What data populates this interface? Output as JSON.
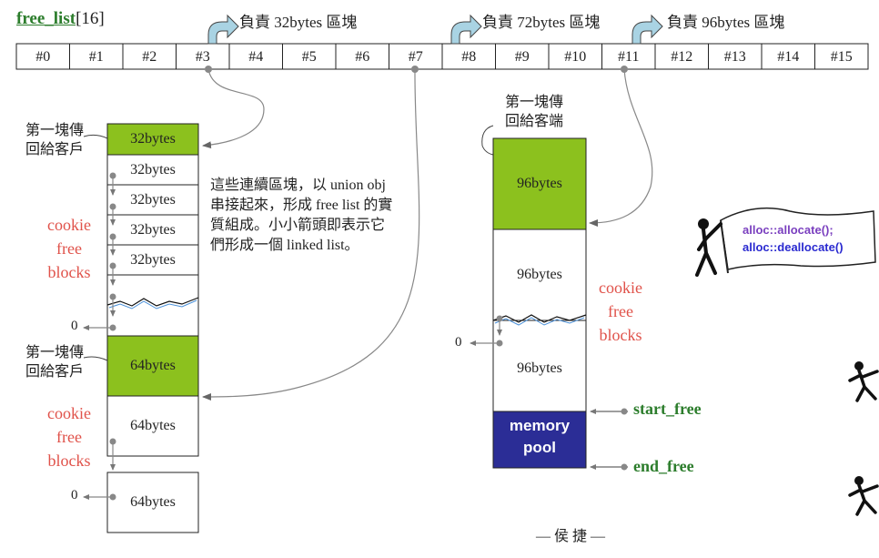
{
  "title": {
    "name": "free_list",
    "size": "[16]"
  },
  "cells": [
    "#0",
    "#1",
    "#2",
    "#3",
    "#4",
    "#5",
    "#6",
    "#7",
    "#8",
    "#9",
    "#10",
    "#11",
    "#12",
    "#13",
    "#14",
    "#15"
  ],
  "responsible": [
    {
      "label": "負責 32bytes 區塊"
    },
    {
      "label": "負責 72bytes 區塊"
    },
    {
      "label": "負責 96bytes 區塊"
    }
  ],
  "left_column": {
    "first_block_label_top": [
      "第一塊傳",
      "回給客戶"
    ],
    "first_block_label_mid": [
      "第一塊傳",
      "回給客戶"
    ],
    "blocks32": [
      "32bytes",
      "32bytes",
      "32bytes",
      "32bytes",
      "32bytes"
    ],
    "blocks64": [
      "64bytes",
      "64bytes",
      "64bytes"
    ],
    "cookie_free_top": [
      "cookie",
      "free",
      "blocks"
    ],
    "cookie_free_bottom": [
      "cookie",
      "free",
      "blocks"
    ],
    "zero": "0"
  },
  "note_lines": [
    "這些連續區塊，以 union obj",
    "串接起來，形成 free list 的實",
    "質組成。小小箭頭即表示它",
    "們形成一個 linked list。"
  ],
  "right_column": {
    "first_block_label": [
      "第一塊傳",
      "回給客端"
    ],
    "blocks96": [
      "96bytes",
      "96bytes",
      "96bytes"
    ],
    "cookie_free": [
      "cookie",
      "free",
      "blocks"
    ],
    "zero": "0",
    "memory_pool": [
      "memory",
      "pool"
    ],
    "start_free": "start_free",
    "end_free": "end_free"
  },
  "alloc_flag": [
    "alloc::allocate();",
    "alloc::deallocate()"
  ],
  "footer": "— 侯 捷 —",
  "colors": {
    "green_block": "#8cc11e",
    "pool": "#2b2d96",
    "cookie_red": "#e0524a",
    "label_green": "#2c7d2c",
    "connector": "#8a8a8a"
  }
}
